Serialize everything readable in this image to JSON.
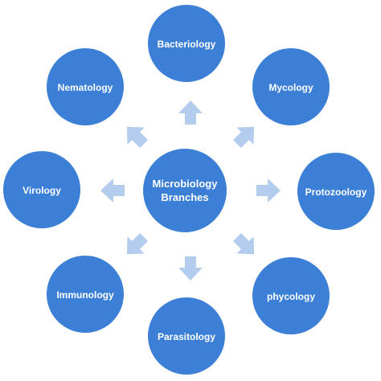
{
  "colors": {
    "node_fill": "#3b7fd6",
    "arrow_fill": "#b4cdee",
    "label_color": "#ffffff",
    "background": "#ffffff"
  },
  "center": {
    "label_line1": "Microbiology",
    "label_line2": "Branches"
  },
  "branches": [
    {
      "id": "bacteriology",
      "label": "Bacteriology"
    },
    {
      "id": "mycology",
      "label": "Mycology"
    },
    {
      "id": "protozoology",
      "label": "Protozoology"
    },
    {
      "id": "phycology",
      "label": "phycology"
    },
    {
      "id": "parasitology",
      "label": "Parasitology"
    },
    {
      "id": "immunology",
      "label": "Immunology"
    },
    {
      "id": "virology",
      "label": "Virology"
    },
    {
      "id": "nematology",
      "label": "Nematology"
    }
  ]
}
